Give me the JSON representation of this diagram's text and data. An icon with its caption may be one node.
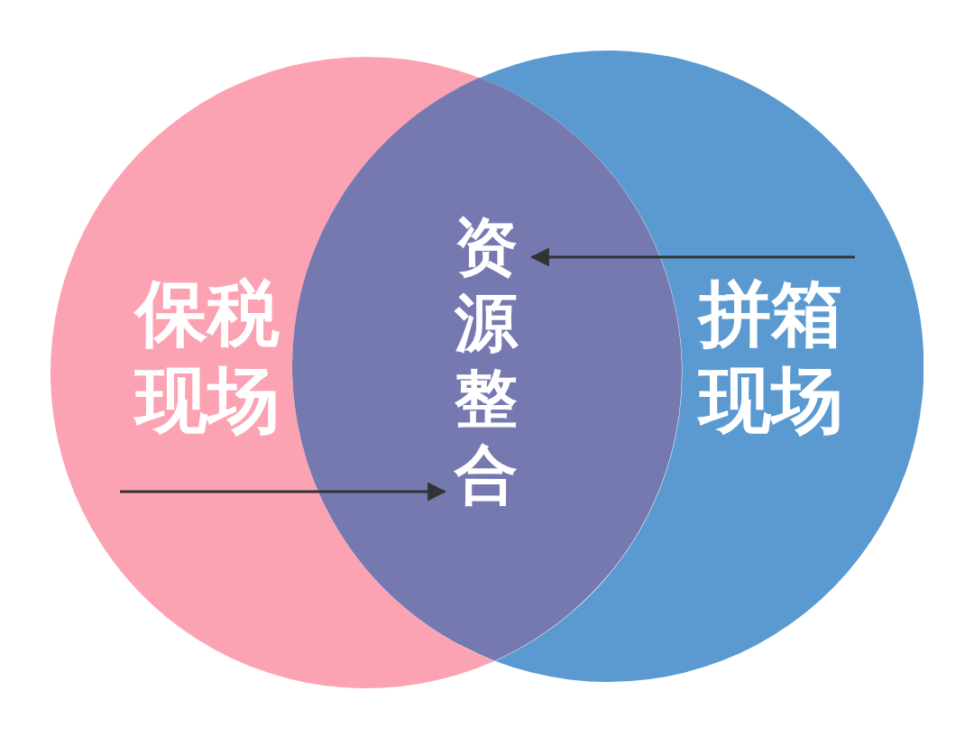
{
  "diagram": {
    "nodes": [
      {
        "text": [
          "保税现场"
        ]
      },
      {
        "text": [
          "拼箱现场"
        ]
      },
      {
        "text": [
          "资源整合"
        ]
      }
    ],
    "edges": [
      {
        "from": 0,
        "to": 2,
        "arrow": "to"
      },
      {
        "from": 1,
        "to": 2,
        "arrow": "to"
      }
    ]
  }
}
